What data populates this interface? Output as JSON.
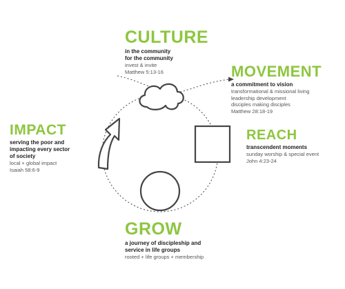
{
  "culture": {
    "heading": "CULTURE",
    "subtitle": [
      "in the community",
      "for the community"
    ],
    "lines": [
      "invest & invite",
      "Matthew 5:13-16"
    ]
  },
  "movement": {
    "heading": "MOVEMENT",
    "subtitle": [
      "a commitment to vision"
    ],
    "lines": [
      "transformational & missional living",
      "leadership development",
      "disciples making disciples",
      "Matthew 28:18-19"
    ]
  },
  "reach": {
    "heading": "REACH",
    "subtitle": [
      "transcendent moments"
    ],
    "lines": [
      "sunday worship & special event",
      "John 4:23-24"
    ]
  },
  "impact": {
    "heading": "IMPACT",
    "subtitle": [
      "serving the poor and",
      "impacting every sector",
      "of society"
    ],
    "lines": [
      "local + global impact",
      "Isaiah 58:6-9"
    ]
  },
  "grow": {
    "heading": "GROW",
    "subtitle": [
      "a journey of discipleship and",
      "service in life groups"
    ],
    "lines": [
      "rooted + life groups + membership"
    ]
  },
  "colors": {
    "heading": "#8dc63f",
    "stroke": "#444444"
  },
  "icons": {
    "culture": "cloud-icon",
    "reach": "square-icon",
    "grow": "circle-icon",
    "impact": "curved-arrow-icon"
  }
}
